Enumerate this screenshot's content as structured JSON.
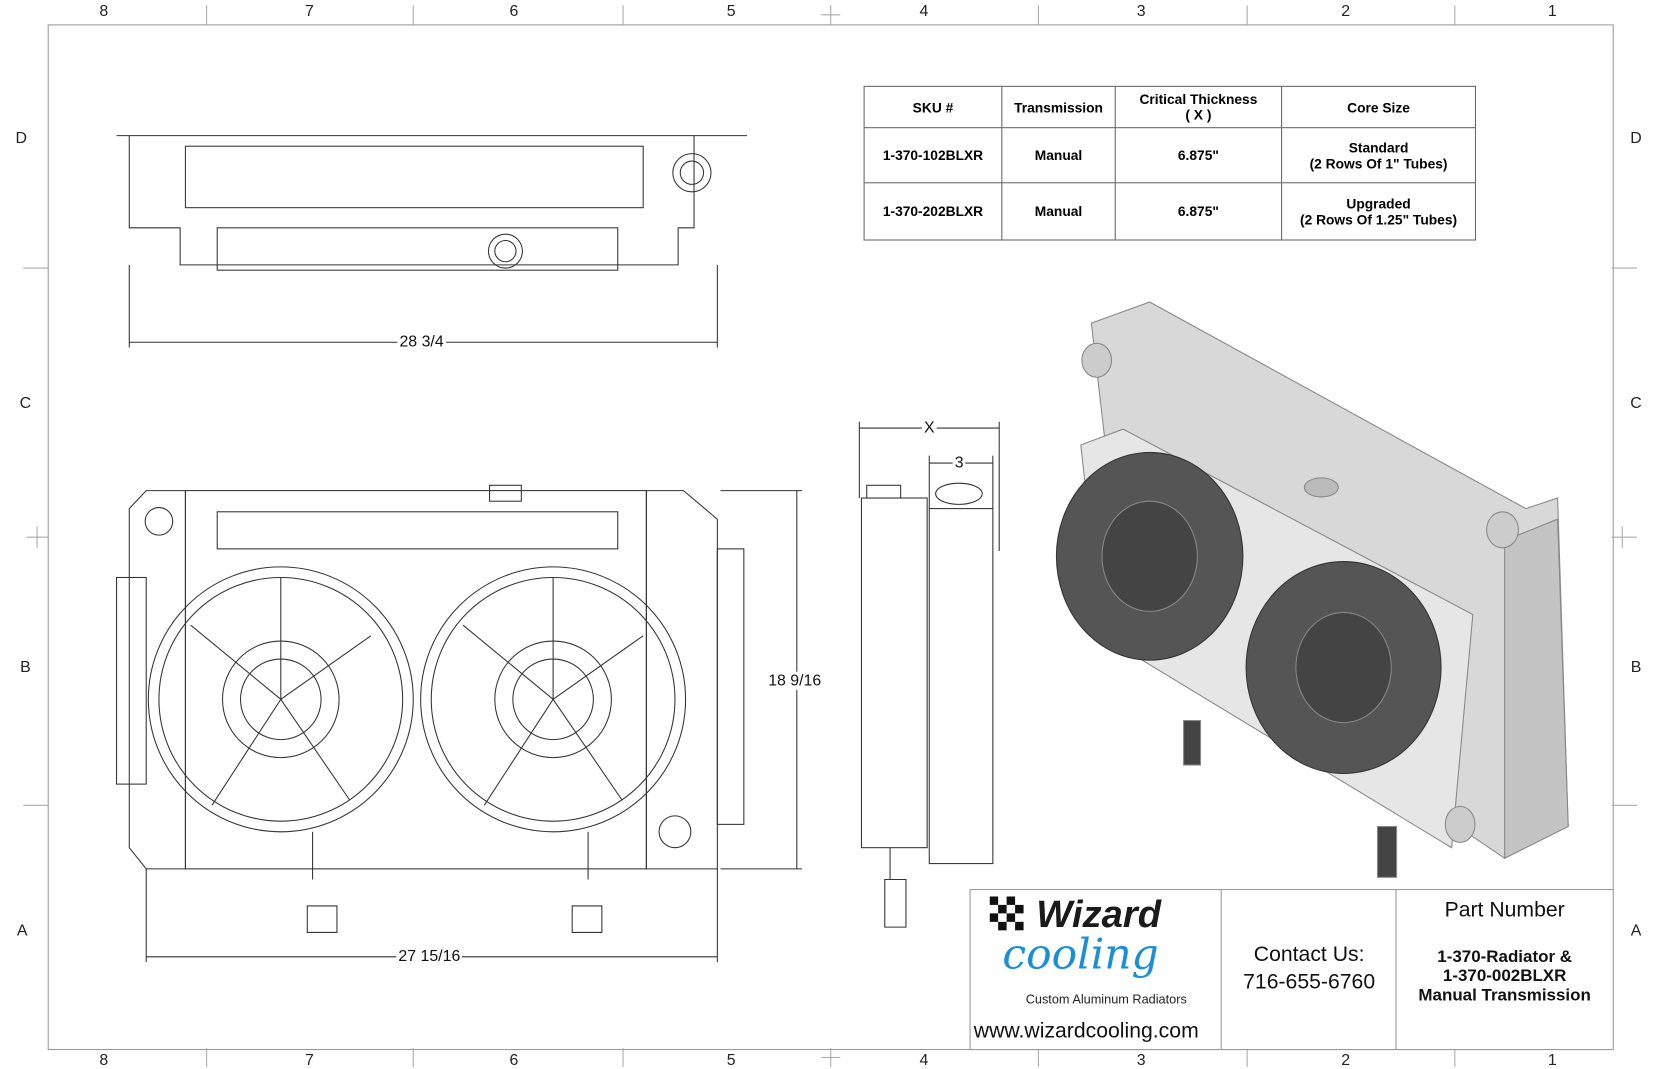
{
  "zones": {
    "columns": [
      "8",
      "7",
      "6",
      "5",
      "4",
      "3",
      "2",
      "1"
    ],
    "rows": [
      "D",
      "C",
      "B",
      "A"
    ]
  },
  "spec_table": {
    "headers": [
      "SKU #",
      "Transmission",
      "Critical Thickness",
      "( X )",
      "Core Size"
    ],
    "rows": [
      {
        "sku": "1-370-102BLXR",
        "transmission": "Manual",
        "thickness": "6.875\"",
        "core": "Standard",
        "core_detail": "(2 Rows Of 1\" Tubes)"
      },
      {
        "sku": "1-370-202BLXR",
        "transmission": "Manual",
        "thickness": "6.875\"",
        "core": "Upgraded",
        "core_detail": "(2 Rows Of 1.25\" Tubes)"
      }
    ]
  },
  "dimensions": {
    "top_width": "28 3/4",
    "front_width": "27 15/16",
    "height": "18 9/16",
    "side_x": "X",
    "side_3": "3"
  },
  "title_block": {
    "logo_word1": "Wizard",
    "logo_word2": "cooling",
    "logo_tagline": "Custom Aluminum Radiators",
    "website": "www.wizardcooling.com",
    "contact_label": "Contact Us:",
    "phone": "716-655-6760",
    "part_number_label": "Part Number",
    "part_lines": [
      "1-370-Radiator &",
      "1-370-002BLXR",
      "Manual Transmission"
    ]
  },
  "colors": {
    "logo_blue": "#1a8fd6",
    "line": "#333333"
  }
}
